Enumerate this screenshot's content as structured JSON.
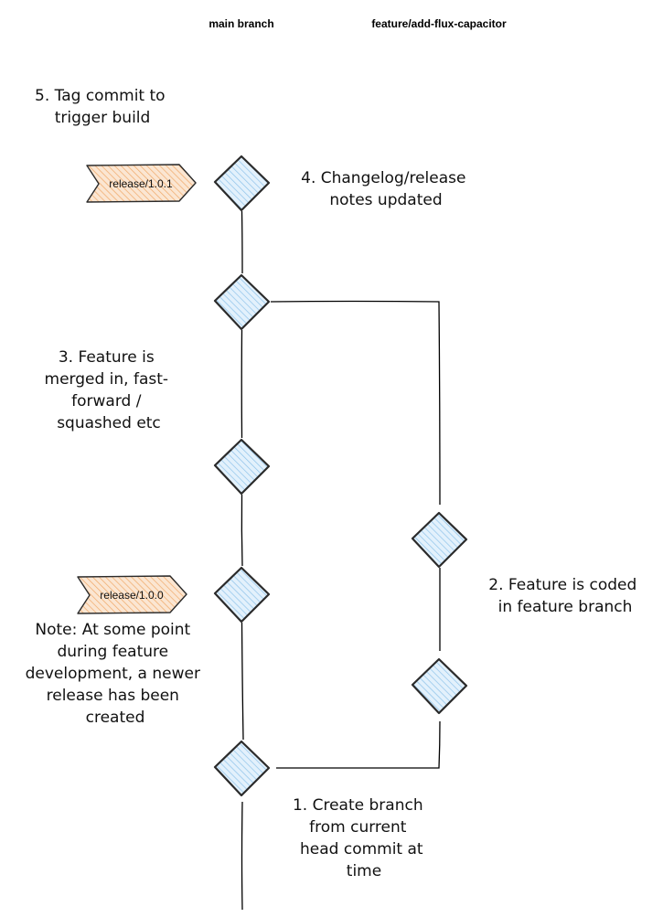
{
  "headers": {
    "main": "main branch",
    "feature": "feature/add-flux-capacitor"
  },
  "tags": {
    "upper": "release/1.0.1",
    "lower": "release/1.0.0"
  },
  "notes": {
    "step1": [
      "1. Create branch",
      "from current",
      "head commit at",
      "time"
    ],
    "step2": [
      "2. Feature is coded",
      "in feature branch"
    ],
    "step3": [
      "3. Feature is",
      "merged in, fast-",
      "forward /",
      "squashed etc"
    ],
    "step4": [
      "4. Changelog/release",
      "notes updated"
    ],
    "step5": [
      "5. Tag commit to",
      "trigger build"
    ],
    "note": [
      "Note: At some point",
      "during feature",
      "development, a newer",
      "release has been",
      "created"
    ]
  },
  "colors": {
    "commit_fill": "#dbeefb",
    "commit_hatch": "#8ec3ea",
    "tag_fill": "#fbe1c9",
    "tag_hatch": "#f0a868"
  }
}
